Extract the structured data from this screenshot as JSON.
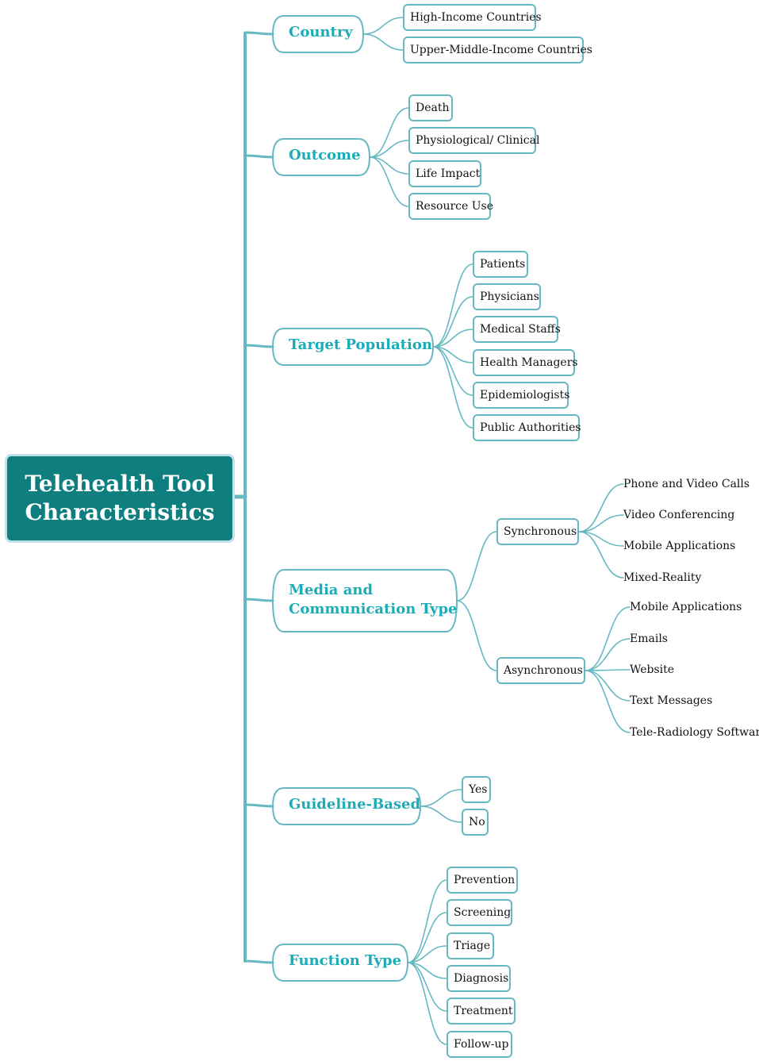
{
  "root": {
    "line1": "Telehealth Tool",
    "line2": "Characteristics"
  },
  "categories": {
    "country": {
      "label": "Country",
      "items": [
        "High-Income Countries",
        "Upper-Middle-Income Countries"
      ]
    },
    "outcome": {
      "label": "Outcome",
      "items": [
        "Death",
        "Physiological/ Clinical",
        "Life Impact",
        "Resource Use"
      ]
    },
    "target": {
      "label": "Target Population",
      "items": [
        "Patients",
        "Physicians",
        "Medical Staffs",
        "Health Managers",
        "Epidemiologists",
        "Public Authorities"
      ]
    },
    "media": {
      "line1": "Media and",
      "line2": "Communication Type",
      "sync": {
        "label": "Synchronous",
        "items": [
          "Phone and Video Calls",
          "Video Conferencing",
          "Mobile Applications",
          "Mixed-Reality"
        ]
      },
      "async": {
        "label": "Asynchronous",
        "items": [
          "Mobile Applications",
          "Emails",
          "Website",
          "Text Messages",
          "Tele-Radiology Software"
        ]
      }
    },
    "guideline": {
      "label": "Guideline-Based",
      "items": [
        "Yes",
        "No"
      ]
    },
    "function": {
      "label": "Function Type",
      "items": [
        "Prevention",
        "Screening",
        "Triage",
        "Diagnosis",
        "Treatment",
        "Follow-up"
      ]
    }
  },
  "colors": {
    "root_fill": "#0e7f7e",
    "root_border": "#bfe3e6",
    "category_text": "#1aacb7",
    "connector": "#66b8c2"
  }
}
